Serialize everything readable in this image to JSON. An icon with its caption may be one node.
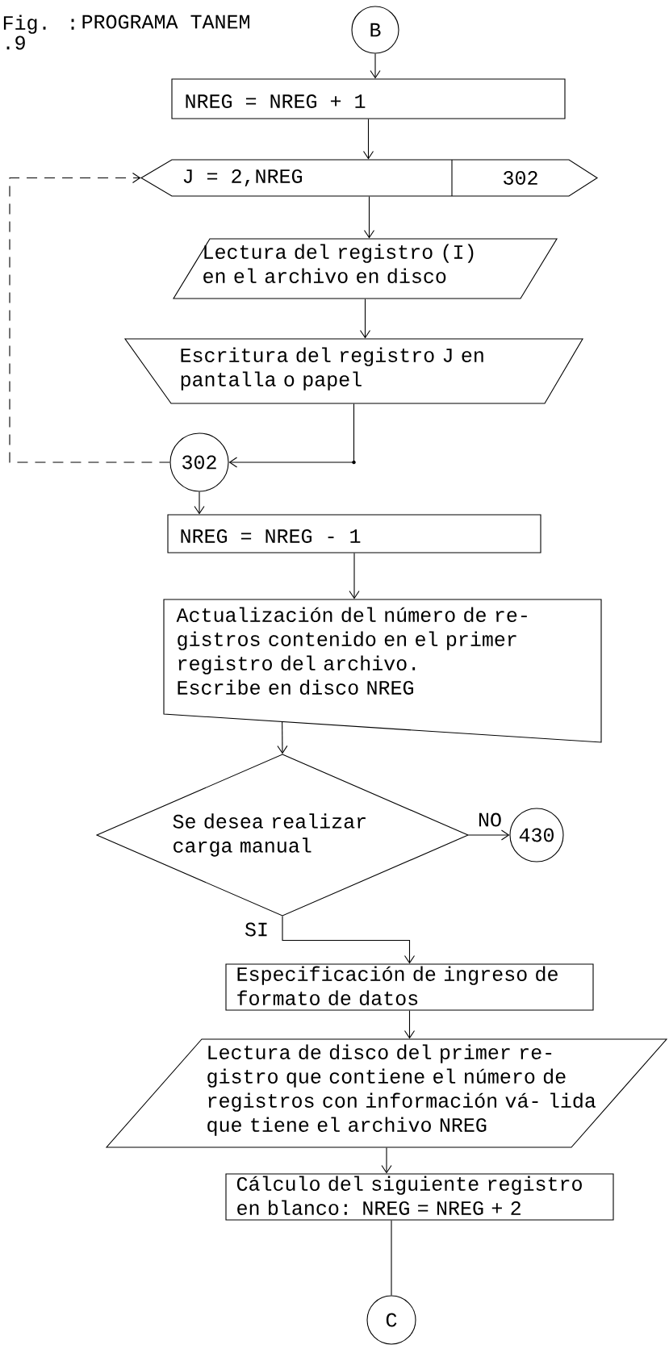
{
  "diagram": {
    "title": "PROGRAMA TANEM",
    "nodes": [
      {
        "text": [
          "B"
        ]
      },
      {
        "text": [
          "NREG = NREG + 1"
        ]
      },
      {
        "text": [
          "J = 2,NREG",
          "302"
        ]
      },
      {
        "text": [
          "Lectura del registro (I) en el archivo en disco"
        ]
      },
      {
        "text": [
          "Escritura del registro J en pantalla o papel"
        ]
      },
      {
        "text": [
          "302"
        ]
      },
      {
        "text": [
          "NREG = NREG - 1"
        ]
      },
      {
        "text": [
          "Actualización del número de re- gistros contenido en el primer registro del archivo.",
          "Escribe en disco NREG"
        ]
      },
      {
        "text": [
          "Se desea realizar carga manual"
        ]
      },
      {
        "text": [
          "430"
        ]
      },
      {
        "text": [
          "Especificación de ingreso de formato de datos"
        ]
      },
      {
        "text": [
          "Lectura de disco del primer re- gistro que contiene el número de registros con información vá- lida que tiene el archivo NREG"
        ]
      },
      {
        "text": [
          "Cálculo del siguiente registro en blanco: NREG = NREG + 2"
        ]
      },
      {
        "text": [
          "C"
        ]
      }
    ],
    "edges": [
      {
        "from": 0,
        "to": 1,
        "arrow": "to"
      },
      {
        "from": 1,
        "to": 2,
        "arrow": "to"
      },
      {
        "from": 2,
        "to": 3,
        "arrow": "to"
      },
      {
        "from": 3,
        "to": 4,
        "arrow": "to"
      },
      {
        "from": 4,
        "to": 5,
        "arrow": "to"
      },
      {
        "from": 5,
        "to": 2,
        "arrow": "to",
        "style": "dashed"
      },
      {
        "from": 5,
        "to": 6,
        "arrow": "to"
      },
      {
        "from": 6,
        "to": 7,
        "arrow": "to"
      },
      {
        "from": 7,
        "to": 8,
        "arrow": "to"
      },
      {
        "from": 8,
        "to": 9,
        "arrow": "to",
        "label": "NO"
      },
      {
        "from": 8,
        "to": 10,
        "arrow": "to",
        "label": "SI"
      },
      {
        "from": 10,
        "to": 11,
        "arrow": "to"
      },
      {
        "from": 11,
        "to": 12,
        "arrow": "to"
      },
      {
        "from": 12,
        "to": 13,
        "arrow": "none"
      }
    ],
    "labels": [
      "Fig. :",
      ".9"
    ]
  }
}
